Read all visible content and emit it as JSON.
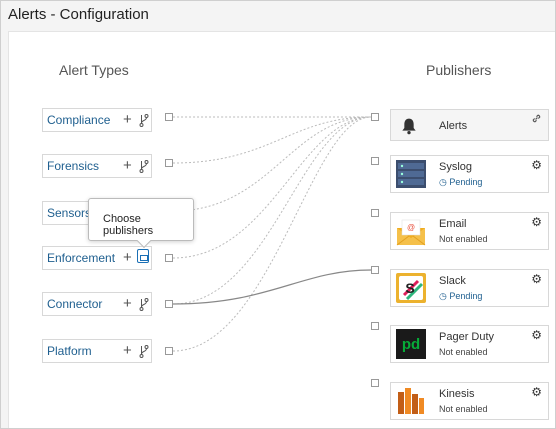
{
  "window": {
    "title": "Alerts - Configuration"
  },
  "alert_types": {
    "heading": "Alert Types",
    "items": [
      {
        "label": "Compliance"
      },
      {
        "label": "Forensics"
      },
      {
        "label": "Sensors"
      },
      {
        "label": "Enforcement"
      },
      {
        "label": "Connector"
      },
      {
        "label": "Platform"
      }
    ]
  },
  "tooltip": {
    "text": "Choose publishers"
  },
  "publishers": {
    "heading": "Publishers",
    "items": [
      {
        "name": "Alerts",
        "status": "",
        "icon": "bell-icon",
        "action_icon": "link-icon"
      },
      {
        "name": "Syslog",
        "status": "Pending",
        "icon": "syslog-server-icon",
        "action_icon": "gear-icon"
      },
      {
        "name": "Email",
        "status": "Not enabled",
        "icon": "email-icon",
        "action_icon": "gear-icon"
      },
      {
        "name": "Slack",
        "status": "Pending",
        "icon": "slack-icon",
        "action_icon": "gear-icon"
      },
      {
        "name": "Pager Duty",
        "status": "Not enabled",
        "icon": "pagerduty-icon",
        "action_icon": "gear-icon"
      },
      {
        "name": "Kinesis",
        "status": "Not enabled",
        "icon": "kinesis-icon",
        "action_icon": "gear-icon"
      }
    ]
  },
  "colors": {
    "link_blue": "#1f5f8f",
    "border": "#d8d8d8",
    "slack_yellow": "#ecb22e",
    "kinesis_orange": "#f08a24"
  }
}
